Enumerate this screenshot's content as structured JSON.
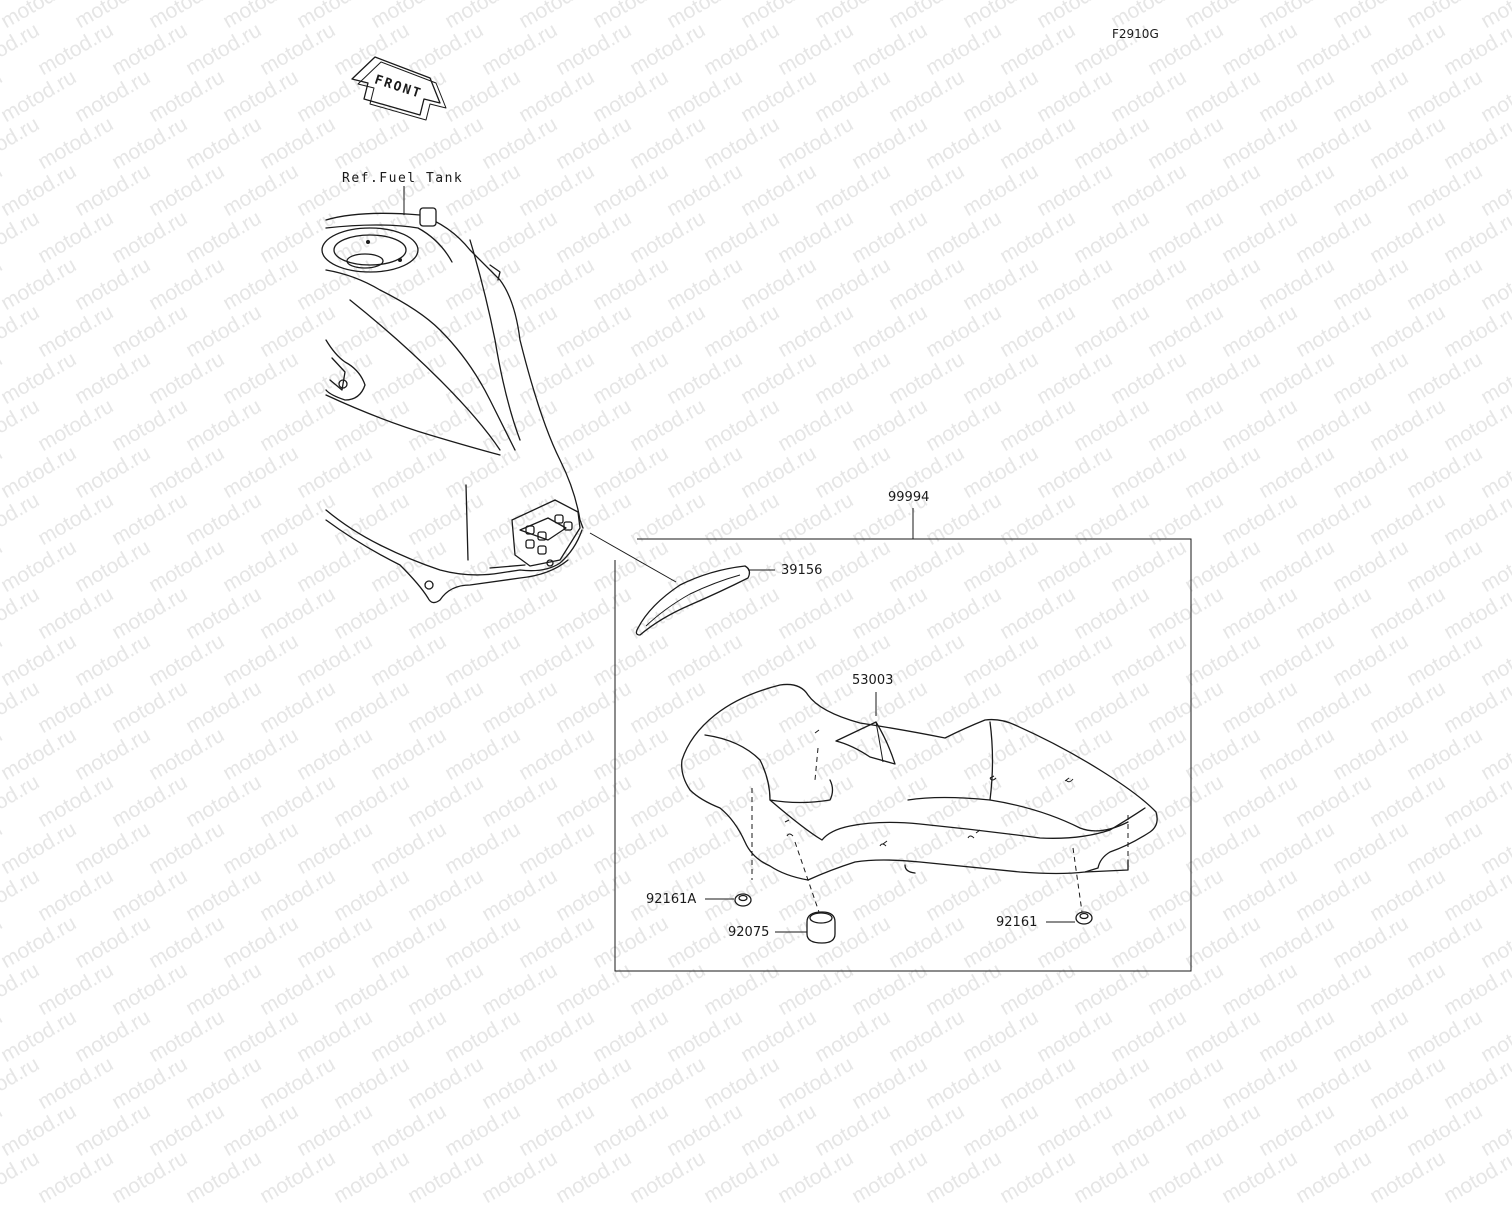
{
  "figure_code": "F2910G",
  "front_arrow": {
    "text": "FRONT"
  },
  "reference_label": "Ref.Fuel Tank",
  "watermark": "motod.ru",
  "callouts": {
    "kit": "99994",
    "pad": "39156",
    "sticker": "53003",
    "damper_front": "92161A",
    "damper_mid": "92075",
    "damper_rear": "92161"
  }
}
